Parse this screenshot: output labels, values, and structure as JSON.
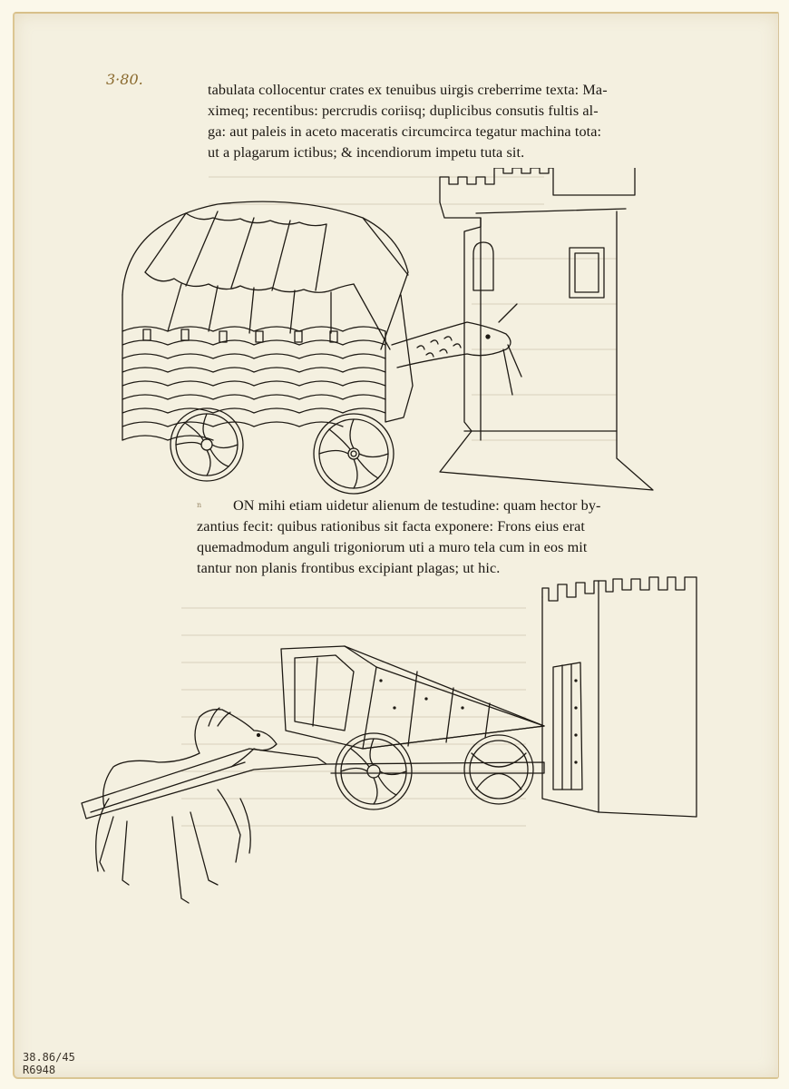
{
  "page": {
    "folio_note": "3·80.",
    "accession_number": "38.86/45",
    "catalog_number": "R6948",
    "paper_color": "#f4f0e0",
    "ink_color": "#1e1a14",
    "annotation_color": "#8a6a2e"
  },
  "text_top": {
    "lines": [
      "tabulata collocentur crates ex tenuibus uirgis creberrime texta: Ma-",
      "ximeq; recentibus: percrudis coriisq; duplicibus consutis fultis al-",
      "ga: aut paleis in aceto maceratis circumcirca tegatur machina tota:",
      "ut a plagarum ictibus; & incendiorum impetu tuta sit."
    ]
  },
  "illustration_1": {
    "subject": "testudo siege engine with ram-head against crenellated tower",
    "elements": [
      "covered-shed",
      "ram-head",
      "wheels",
      "tower",
      "window-arched",
      "window-square"
    ]
  },
  "text_bottom": {
    "lines": [
      "ON mihi etiam uidetur alienum de testudine: quam hector by-",
      "zantius fecit: quibus rationibus sit facta exponere: Frons eius erat",
      "quemadmodum anguli trigoniorum uti a muro tela cum in eos mit",
      "tantur non planis frontibus excipiant plagas; ut hic."
    ],
    "initial_guide": "n"
  },
  "illustration_2": {
    "subject": "horse-drawn wedge-shaped testudo against wall",
    "elements": [
      "horse",
      "cart-shaft",
      "wedge-shed",
      "wheels",
      "wall-tower",
      "gate"
    ]
  }
}
